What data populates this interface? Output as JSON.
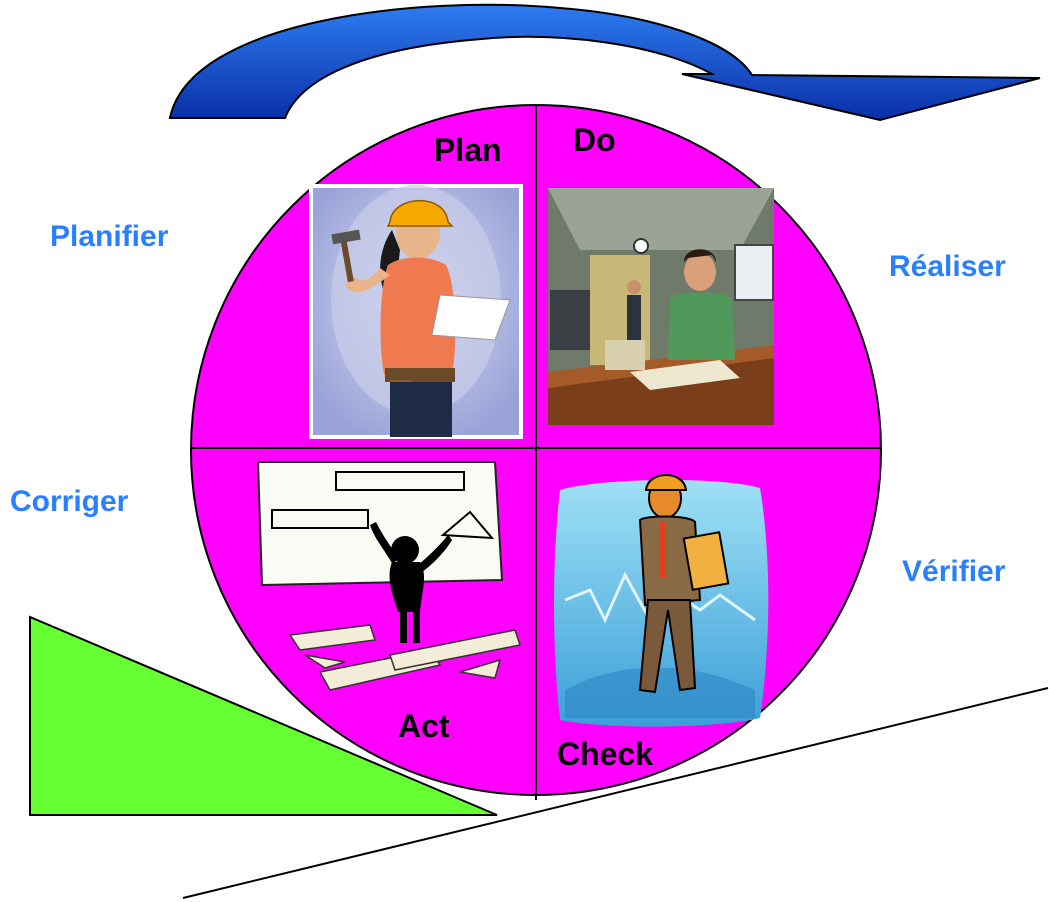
{
  "quadrants": {
    "plan": {
      "label": "Plan",
      "label_fr": "Planifier",
      "illustration": "woman-with-hammer-and-plan"
    },
    "do": {
      "label": "Do",
      "label_fr": "Réaliser",
      "illustration": "office-worker-at-desk"
    },
    "check": {
      "label": "Check",
      "label_fr": "Vérifier",
      "illustration": "man-with-clipboard"
    },
    "act": {
      "label": "Act",
      "label_fr": "Corriger",
      "illustration": "figure-rearranging-shapes"
    }
  },
  "colors": {
    "wheel": "#ff00ff",
    "arrow": "#1f5fe0",
    "wedge": "#66ff33",
    "french_labels": "#2a7fff",
    "english_labels": "#000000"
  },
  "icons": [
    "curved-arrow-icon",
    "wedge-icon",
    "slope-line-icon"
  ]
}
